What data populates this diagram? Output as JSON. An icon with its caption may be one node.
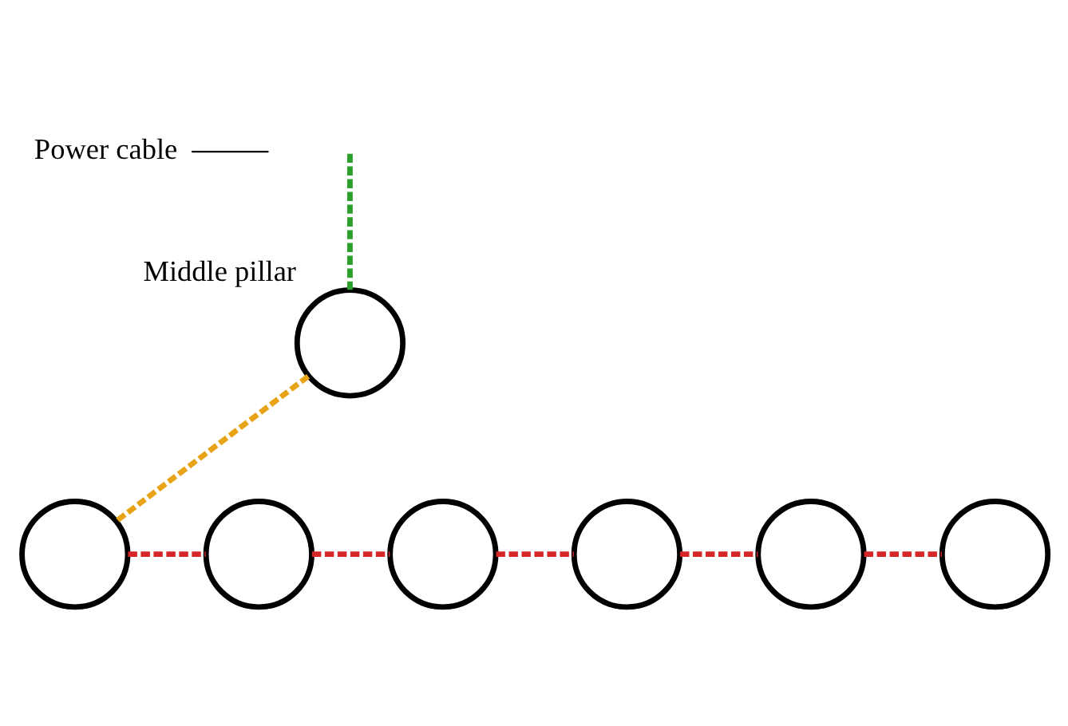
{
  "diagram": {
    "nodes": [
      {
        "text": [
          "Power cable"
        ]
      },
      {
        "text": [],
        "shape": "circle",
        "beside": [
          "Middle pillar"
        ]
      },
      {
        "text": [],
        "shape": "circle"
      },
      {
        "text": [],
        "shape": "circle"
      },
      {
        "text": [],
        "shape": "circle"
      },
      {
        "text": [],
        "shape": "circle"
      },
      {
        "text": [],
        "shape": "circle"
      },
      {
        "text": [],
        "shape": "circle"
      }
    ],
    "edges": [
      {
        "from": 0,
        "to": null,
        "arrow": "none",
        "color": "#000000"
      },
      {
        "from": null,
        "to": 1,
        "arrow": "none",
        "style": "dashed",
        "color": "#2ca02c"
      },
      {
        "from": 1,
        "to": 2,
        "arrow": "none",
        "style": "dashed",
        "color": "#e8a317"
      },
      {
        "from": 2,
        "to": 3,
        "arrow": "none",
        "style": "dashed",
        "color": "#d62728"
      },
      {
        "from": 3,
        "to": 4,
        "arrow": "none",
        "style": "dashed",
        "color": "#d62728"
      },
      {
        "from": 4,
        "to": 5,
        "arrow": "none",
        "style": "dashed",
        "color": "#d62728"
      },
      {
        "from": 5,
        "to": 6,
        "arrow": "none",
        "style": "dashed",
        "color": "#d62728"
      },
      {
        "from": 6,
        "to": 7,
        "arrow": "none",
        "style": "dashed",
        "color": "#d62728"
      }
    ]
  }
}
